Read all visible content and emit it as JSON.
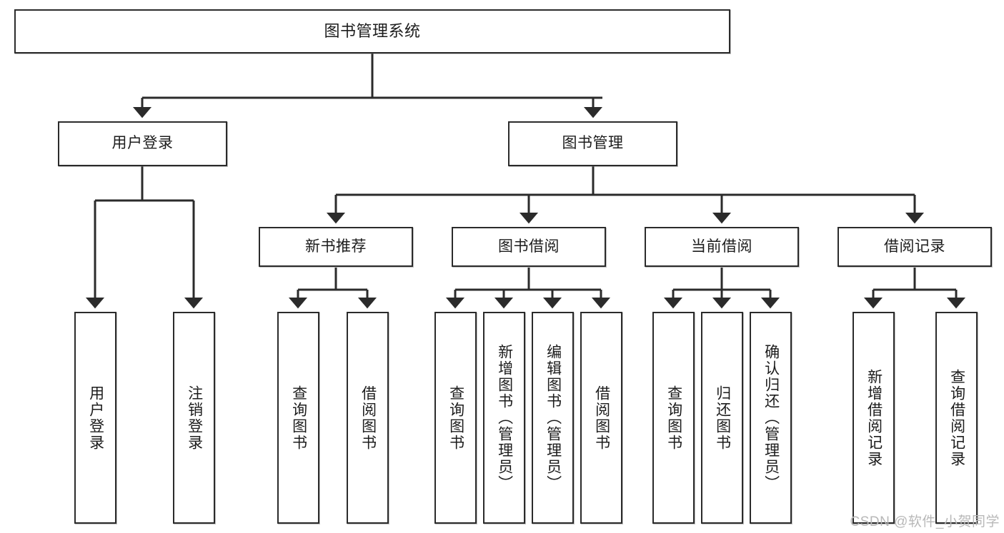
{
  "diagram": {
    "type": "hierarchy-tree",
    "title": "图书管理系统",
    "watermark": "CSDN @软件_小贺同学",
    "colors": {
      "stroke": "#2b2b2b",
      "fill": "#ffffff",
      "text": "#1c1c1c",
      "watermark": "#b8b8b8"
    },
    "nodes": {
      "root": {
        "label": "图书管理系统"
      },
      "level2": [
        {
          "id": "user-login",
          "label": "用户登录"
        },
        {
          "id": "book-manage",
          "label": "图书管理"
        }
      ],
      "level3": [
        {
          "id": "new-book-recommend",
          "label": "新书推荐"
        },
        {
          "id": "book-borrow",
          "label": "图书借阅"
        },
        {
          "id": "current-borrow",
          "label": "当前借阅"
        },
        {
          "id": "borrow-record",
          "label": "借阅记录"
        }
      ],
      "leaves": {
        "user-login": [
          {
            "id": "leaf-user-login",
            "label": "用户登录"
          },
          {
            "id": "leaf-logout-login",
            "label": "注销登录"
          }
        ],
        "new-book-recommend": [
          {
            "id": "leaf-query-book-1",
            "label": "查询图书"
          },
          {
            "id": "leaf-borrow-book-1",
            "label": "借阅图书"
          }
        ],
        "book-borrow": [
          {
            "id": "leaf-query-book-2",
            "label": "查询图书"
          },
          {
            "id": "leaf-add-book",
            "label": "新增图书（管理员）"
          },
          {
            "id": "leaf-edit-book",
            "label": "编辑图书（管理员）"
          },
          {
            "id": "leaf-borrow-book-2",
            "label": "借阅图书"
          }
        ],
        "current-borrow": [
          {
            "id": "leaf-query-book-3",
            "label": "查询图书"
          },
          {
            "id": "leaf-return-book",
            "label": "归还图书"
          },
          {
            "id": "leaf-confirm-return",
            "label": "确认归还（管理员）"
          }
        ],
        "borrow-record": [
          {
            "id": "leaf-add-record",
            "label": "新增借阅记录"
          },
          {
            "id": "leaf-query-record",
            "label": "查询借阅记录"
          }
        ]
      }
    }
  }
}
